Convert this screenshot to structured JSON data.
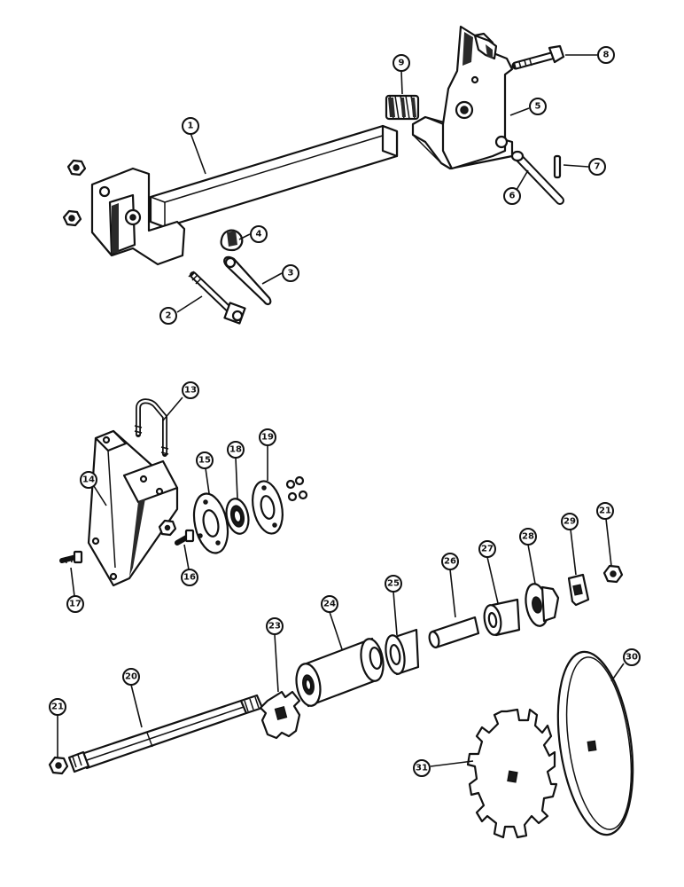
{
  "diagram": {
    "callouts": [
      {
        "id": "c1",
        "label": "1"
      },
      {
        "id": "c2",
        "label": "2"
      },
      {
        "id": "c3",
        "label": "3"
      },
      {
        "id": "c4",
        "label": "4"
      },
      {
        "id": "c5",
        "label": "5"
      },
      {
        "id": "c6",
        "label": "6"
      },
      {
        "id": "c7",
        "label": "7"
      },
      {
        "id": "c8",
        "label": "8"
      },
      {
        "id": "c9",
        "label": "9"
      },
      {
        "id": "c13",
        "label": "13"
      },
      {
        "id": "c14",
        "label": "14"
      },
      {
        "id": "c15",
        "label": "15"
      },
      {
        "id": "c16",
        "label": "16"
      },
      {
        "id": "c17",
        "label": "17"
      },
      {
        "id": "c18",
        "label": "18"
      },
      {
        "id": "c19",
        "label": "19"
      },
      {
        "id": "c20",
        "label": "20"
      },
      {
        "id": "c21a",
        "label": "21"
      },
      {
        "id": "c21b",
        "label": "21"
      },
      {
        "id": "c23",
        "label": "23"
      },
      {
        "id": "c24",
        "label": "24"
      },
      {
        "id": "c25",
        "label": "25"
      },
      {
        "id": "c26",
        "label": "26"
      },
      {
        "id": "c27",
        "label": "27"
      },
      {
        "id": "c28",
        "label": "28"
      },
      {
        "id": "c29",
        "label": "29"
      },
      {
        "id": "c30",
        "label": "30"
      },
      {
        "id": "c31",
        "label": "31"
      }
    ]
  }
}
